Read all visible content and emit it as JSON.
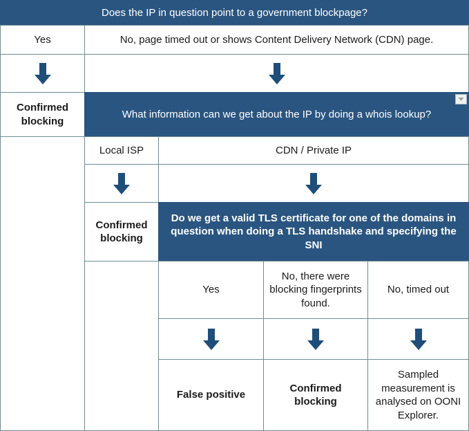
{
  "colors": {
    "question_bg": "#2a5580",
    "arrow": "#1f4e79",
    "border": "#6f8c93",
    "text": "#1a1a1a",
    "question_text": "#ffffff"
  },
  "icons": {
    "arrow_down": "arrow-down-icon",
    "combo_dropdown": "chevron-down-icon"
  },
  "level1": {
    "question": "Does the IP in question point to a government blockpage?",
    "answer_yes": "Yes",
    "answer_no": "No, page timed out or shows Content Delivery Network (CDN) page.",
    "outcome_yes": "Confirmed blocking"
  },
  "level2": {
    "question": "What information can we get about the IP by doing a whois lookup?",
    "answer_local_isp": "Local ISP",
    "answer_cdn": "CDN / Private IP",
    "outcome_local_isp": "Confirmed blocking"
  },
  "level3": {
    "question": "Do we get a valid TLS certificate for one of the domains in question when doing a TLS handshake and specifying the SNI",
    "answer_yes": "Yes",
    "answer_fingerprints": "No, there were blocking fingerprints found.",
    "answer_timeout": "No, timed out",
    "outcome_yes": "False positive",
    "outcome_fingerprints": "Confirmed blocking",
    "outcome_timeout": "Sampled measurement is analysed on OONI Explorer."
  }
}
